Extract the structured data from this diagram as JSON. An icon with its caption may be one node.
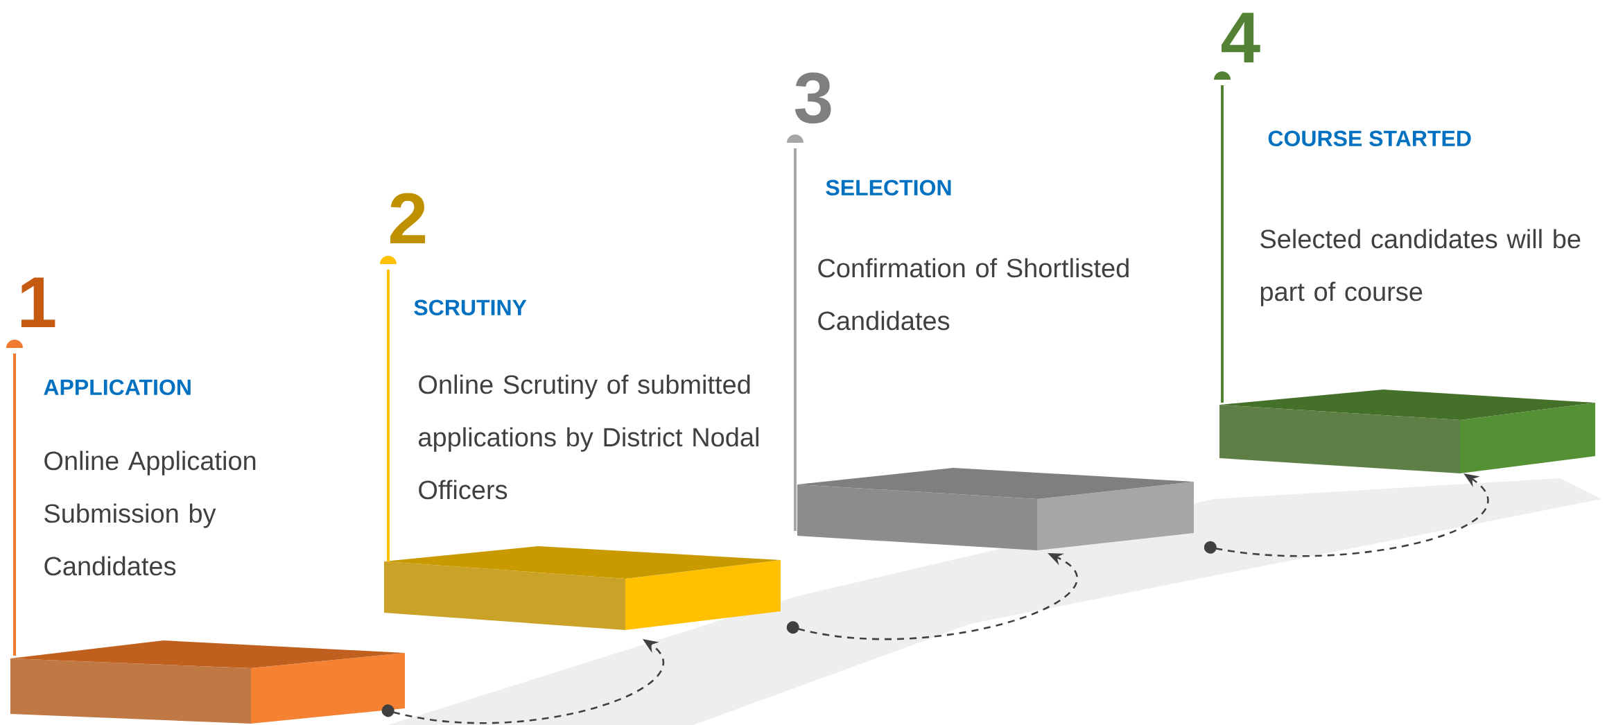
{
  "diagram": {
    "nodes": [
      {
        "text": [],
        "shape": "box"
      },
      {
        "text": [],
        "shape": "box"
      },
      {
        "text": [],
        "shape": "box"
      },
      {
        "text": [],
        "shape": "box"
      }
    ],
    "edges": [
      {
        "from": 0,
        "to": 1,
        "arrow": "to",
        "style": "dashed"
      },
      {
        "from": 1,
        "to": 2,
        "arrow": "to",
        "style": "dashed"
      },
      {
        "from": 2,
        "to": 3,
        "arrow": "to",
        "style": "dashed"
      }
    ],
    "labels": [
      "1",
      "APPLICATION",
      "Online Application Submission by Candidates",
      "2",
      "SCRUTINY",
      "Online Scrutiny of submitted applications by District Nodal Officers",
      "3",
      "SELECTION",
      "Confirmation of Shortlisted Candidates",
      "4",
      "COURSE STARTED",
      "Selected candidates will be part of course"
    ]
  }
}
